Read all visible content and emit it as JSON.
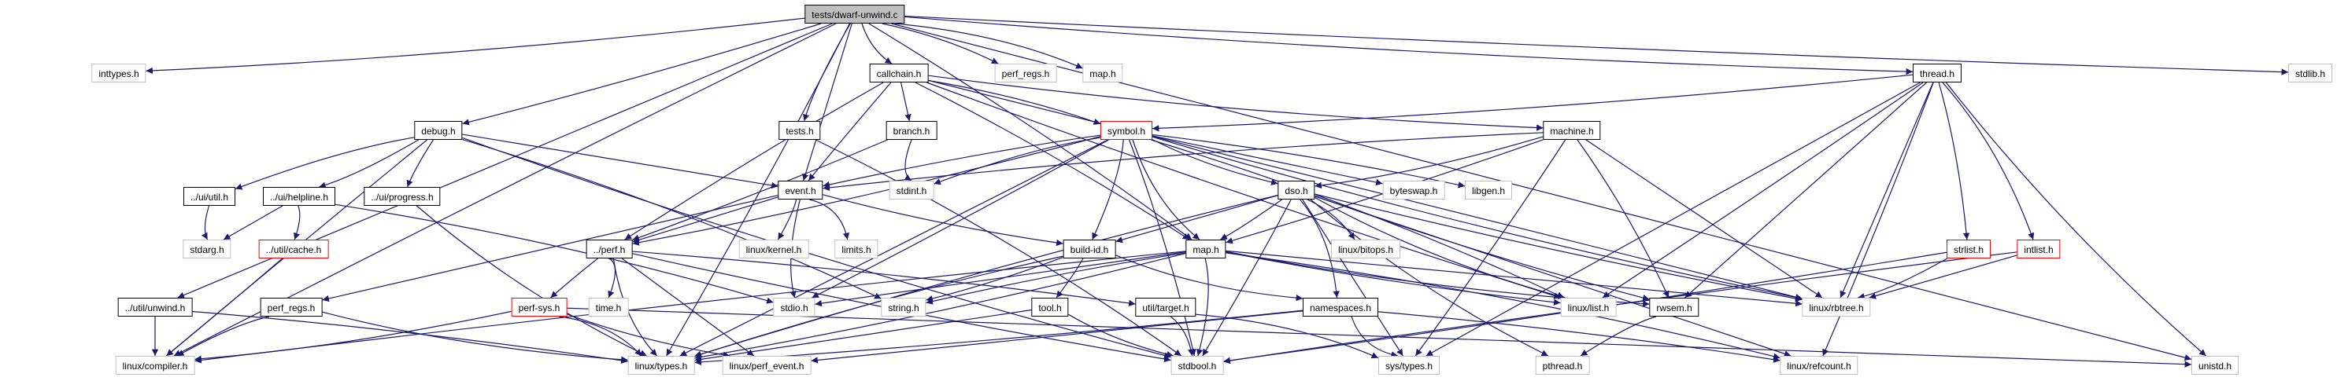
{
  "graph": {
    "title": "tests/dwarf-unwind.c",
    "colors": {
      "edge": "#191970",
      "root_fill": "#bfbfbf",
      "documented_border": "#000000",
      "external_border": "#bfbfbf",
      "truncated_border": "#ff0000"
    },
    "nodes": [
      {
        "id": "root",
        "label": "tests/dwarf-unwind.c",
        "kind": "root"
      },
      {
        "id": "inttypes",
        "label": "inttypes.h",
        "kind": "ext"
      },
      {
        "id": "debug",
        "label": "debug.h",
        "kind": "doc"
      },
      {
        "id": "uiutil",
        "label": "../ui/util.h",
        "kind": "doc"
      },
      {
        "id": "helpline",
        "label": "../ui/helpline.h",
        "kind": "doc"
      },
      {
        "id": "progress",
        "label": "../ui/progress.h",
        "kind": "doc"
      },
      {
        "id": "stdarg",
        "label": "stdarg.h",
        "kind": "ext"
      },
      {
        "id": "cache",
        "label": "../util/cache.h",
        "kind": "trunc"
      },
      {
        "id": "unwind",
        "label": "../util/unwind.h",
        "kind": "doc"
      },
      {
        "id": "perfregs2",
        "label": "perf_regs.h",
        "kind": "doc"
      },
      {
        "id": "compiler",
        "label": "linux/compiler.h",
        "kind": "ext"
      },
      {
        "id": "perfsys",
        "label": "perf-sys.h",
        "kind": "trunc"
      },
      {
        "id": "tests",
        "label": "tests.h",
        "kind": "doc"
      },
      {
        "id": "callchain",
        "label": "callchain.h",
        "kind": "doc"
      },
      {
        "id": "branch",
        "label": "branch.h",
        "kind": "doc"
      },
      {
        "id": "event",
        "label": "event.h",
        "kind": "doc"
      },
      {
        "id": "stdint",
        "label": "stdint.h",
        "kind": "ext"
      },
      {
        "id": "perf",
        "label": "../perf.h",
        "kind": "doc"
      },
      {
        "id": "kernel",
        "label": "linux/kernel.h",
        "kind": "ext"
      },
      {
        "id": "limits",
        "label": "limits.h",
        "kind": "ext"
      },
      {
        "id": "time",
        "label": "time.h",
        "kind": "ext"
      },
      {
        "id": "stdio",
        "label": "stdio.h",
        "kind": "ext"
      },
      {
        "id": "string",
        "label": "string.h",
        "kind": "ext"
      },
      {
        "id": "tool",
        "label": "tool.h",
        "kind": "doc"
      },
      {
        "id": "types",
        "label": "linux/types.h",
        "kind": "ext"
      },
      {
        "id": "perfevent",
        "label": "linux/perf_event.h",
        "kind": "ext"
      },
      {
        "id": "perfregs1",
        "label": "perf_regs.h",
        "kind": "ext"
      },
      {
        "id": "map1",
        "label": "map.h",
        "kind": "ext"
      },
      {
        "id": "symbol",
        "label": "symbol.h",
        "kind": "trunc"
      },
      {
        "id": "dso",
        "label": "dso.h",
        "kind": "doc"
      },
      {
        "id": "byteswap",
        "label": "byteswap.h",
        "kind": "ext"
      },
      {
        "id": "libgen",
        "label": "libgen.h",
        "kind": "ext"
      },
      {
        "id": "buildid",
        "label": "build-id.h",
        "kind": "doc"
      },
      {
        "id": "map2",
        "label": "map.h",
        "kind": "doc"
      },
      {
        "id": "bitops",
        "label": "linux/bitops.h",
        "kind": "ext"
      },
      {
        "id": "target",
        "label": "util/target.h",
        "kind": "doc"
      },
      {
        "id": "namespaces",
        "label": "namespaces.h",
        "kind": "doc"
      },
      {
        "id": "list",
        "label": "linux/list.h",
        "kind": "ext"
      },
      {
        "id": "stdbool",
        "label": "stdbool.h",
        "kind": "ext"
      },
      {
        "id": "systypes",
        "label": "sys/types.h",
        "kind": "ext"
      },
      {
        "id": "pthread",
        "label": "pthread.h",
        "kind": "ext"
      },
      {
        "id": "machine",
        "label": "machine.h",
        "kind": "doc"
      },
      {
        "id": "thread",
        "label": "thread.h",
        "kind": "doc"
      },
      {
        "id": "rwsem",
        "label": "rwsem.h",
        "kind": "doc"
      },
      {
        "id": "rbtree",
        "label": "linux/rbtree.h",
        "kind": "ext"
      },
      {
        "id": "strlist",
        "label": "strlist.h",
        "kind": "trunc"
      },
      {
        "id": "intlist",
        "label": "intlist.h",
        "kind": "trunc"
      },
      {
        "id": "refcount",
        "label": "linux/refcount.h",
        "kind": "ext"
      },
      {
        "id": "stdlib",
        "label": "stdlib.h",
        "kind": "ext"
      },
      {
        "id": "unistd",
        "label": "unistd.h",
        "kind": "ext"
      }
    ],
    "edges": [
      [
        "root",
        "inttypes"
      ],
      [
        "root",
        "debug"
      ],
      [
        "root",
        "unwind"
      ],
      [
        "root",
        "compiler"
      ],
      [
        "root",
        "types"
      ],
      [
        "root",
        "tests"
      ],
      [
        "root",
        "callchain"
      ],
      [
        "root",
        "event"
      ],
      [
        "root",
        "perfregs1"
      ],
      [
        "root",
        "map1"
      ],
      [
        "root",
        "thread"
      ],
      [
        "root",
        "stdlib"
      ],
      [
        "root",
        "unistd"
      ],
      [
        "root",
        "map2"
      ],
      [
        "debug",
        "uiutil"
      ],
      [
        "debug",
        "helpline"
      ],
      [
        "debug",
        "progress"
      ],
      [
        "debug",
        "event"
      ],
      [
        "debug",
        "compiler"
      ],
      [
        "debug",
        "string"
      ],
      [
        "debug",
        "stdbool"
      ],
      [
        "uiutil",
        "stdarg"
      ],
      [
        "helpline",
        "stdarg"
      ],
      [
        "helpline",
        "cache"
      ],
      [
        "helpline",
        "stdio"
      ],
      [
        "progress",
        "types"
      ],
      [
        "cache",
        "compiler"
      ],
      [
        "unwind",
        "compiler"
      ],
      [
        "unwind",
        "types"
      ],
      [
        "perfregs2",
        "compiler"
      ],
      [
        "perfregs2",
        "types"
      ],
      [
        "callchain",
        "event"
      ],
      [
        "callchain",
        "branch"
      ],
      [
        "callchain",
        "symbol"
      ],
      [
        "callchain",
        "perf"
      ],
      [
        "callchain",
        "machine"
      ],
      [
        "callchain",
        "list"
      ],
      [
        "callchain",
        "rbtree"
      ],
      [
        "callchain",
        "map2"
      ],
      [
        "tests",
        "stdbool"
      ],
      [
        "branch",
        "stdint"
      ],
      [
        "branch",
        "perf"
      ],
      [
        "event",
        "perf"
      ],
      [
        "event",
        "kernel"
      ],
      [
        "event",
        "limits"
      ],
      [
        "event",
        "stdio"
      ],
      [
        "event",
        "buildid"
      ],
      [
        "event",
        "perfregs2"
      ],
      [
        "perf",
        "perfsys"
      ],
      [
        "perf",
        "time"
      ],
      [
        "perf",
        "types"
      ],
      [
        "perf",
        "stdbool"
      ],
      [
        "perf",
        "perfevent"
      ],
      [
        "perf",
        "target"
      ],
      [
        "perfsys",
        "types"
      ],
      [
        "perfsys",
        "compiler"
      ],
      [
        "perfsys",
        "perfevent"
      ],
      [
        "perfsys",
        "unistd"
      ],
      [
        "symbol",
        "event"
      ],
      [
        "symbol",
        "stdint"
      ],
      [
        "symbol",
        "perf"
      ],
      [
        "symbol",
        "dso"
      ],
      [
        "symbol",
        "byteswap"
      ],
      [
        "symbol",
        "libgen"
      ],
      [
        "symbol",
        "buildid"
      ],
      [
        "symbol",
        "map2"
      ],
      [
        "symbol",
        "stdio"
      ],
      [
        "symbol",
        "types"
      ],
      [
        "symbol",
        "stdbool"
      ],
      [
        "symbol",
        "list"
      ],
      [
        "symbol",
        "rbtree"
      ],
      [
        "dso",
        "map2"
      ],
      [
        "dso",
        "buildid"
      ],
      [
        "dso",
        "bitops"
      ],
      [
        "dso",
        "namespaces"
      ],
      [
        "dso",
        "list"
      ],
      [
        "dso",
        "rbtree"
      ],
      [
        "dso",
        "systypes"
      ],
      [
        "dso",
        "stdbool"
      ],
      [
        "dso",
        "types"
      ],
      [
        "dso",
        "pthread"
      ],
      [
        "dso",
        "rwsem"
      ],
      [
        "dso",
        "refcount"
      ],
      [
        "buildid",
        "tool"
      ],
      [
        "buildid",
        "types"
      ],
      [
        "buildid",
        "namespaces"
      ],
      [
        "buildid",
        "string"
      ],
      [
        "map2",
        "stdio"
      ],
      [
        "map2",
        "string"
      ],
      [
        "map2",
        "stdbool"
      ],
      [
        "map2",
        "types"
      ],
      [
        "map2",
        "list"
      ],
      [
        "map2",
        "rbtree"
      ],
      [
        "map2",
        "compiler"
      ],
      [
        "map2",
        "refcount"
      ],
      [
        "map2",
        "rwsem"
      ],
      [
        "tool",
        "stdbool"
      ],
      [
        "tool",
        "types"
      ],
      [
        "target",
        "stdbool"
      ],
      [
        "target",
        "systypes"
      ],
      [
        "namespaces",
        "systypes"
      ],
      [
        "namespaces",
        "types"
      ],
      [
        "namespaces",
        "perfevent"
      ],
      [
        "namespaces",
        "refcount"
      ],
      [
        "machine",
        "event"
      ],
      [
        "machine",
        "dso"
      ],
      [
        "machine",
        "map2"
      ],
      [
        "machine",
        "rbtree"
      ],
      [
        "machine",
        "rwsem"
      ],
      [
        "machine",
        "systypes"
      ],
      [
        "thread",
        "symbol"
      ],
      [
        "thread",
        "list"
      ],
      [
        "thread",
        "rbtree"
      ],
      [
        "thread",
        "strlist"
      ],
      [
        "thread",
        "intlist"
      ],
      [
        "thread",
        "unistd"
      ],
      [
        "thread",
        "rwsem"
      ],
      [
        "thread",
        "systypes"
      ],
      [
        "thread",
        "refcount"
      ],
      [
        "rwsem",
        "pthread"
      ],
      [
        "strlist",
        "rbtree"
      ],
      [
        "strlist",
        "stdbool"
      ],
      [
        "intlist",
        "rbtree"
      ],
      [
        "intlist",
        "stdbool"
      ]
    ]
  }
}
